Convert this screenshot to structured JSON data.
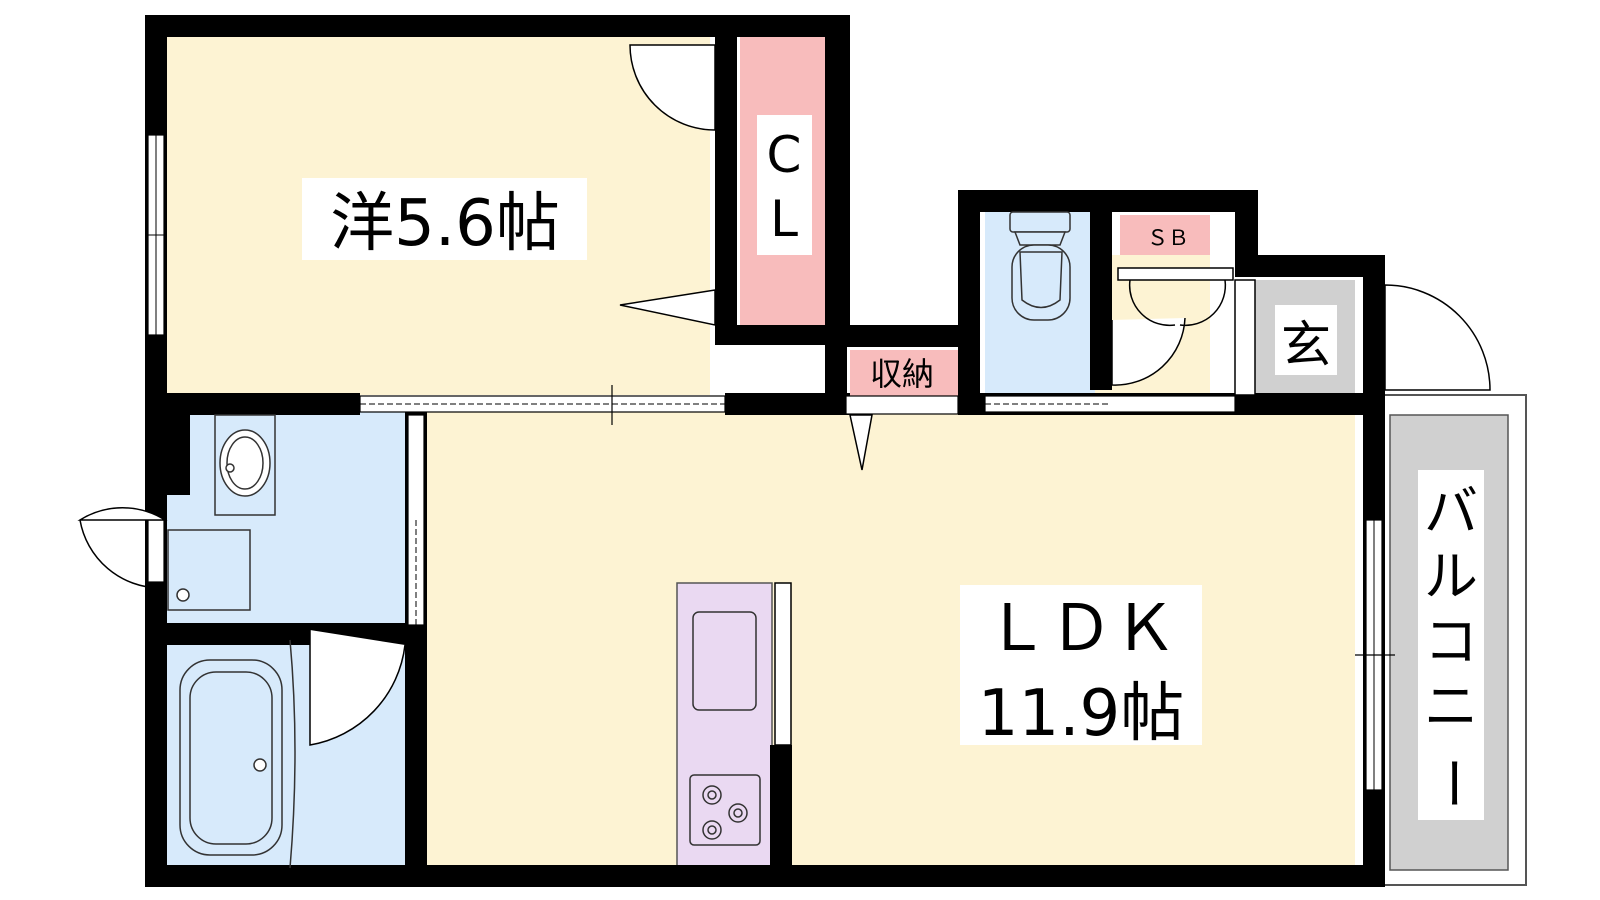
{
  "labels": {
    "western_room": "洋5.6帖",
    "closet_line1": "C",
    "closet_line2": "L",
    "storage": "収納",
    "shoe_box": "ＳＢ",
    "entrance": "玄",
    "ldk_line1": "ＬＤＫ",
    "ldk_line2": "11.9帖",
    "balcony_chars": [
      "バ",
      "ル",
      "コ",
      "ニ",
      "ー"
    ]
  },
  "colors": {
    "wall": "#000000",
    "room_floor": "#fdf3d3",
    "wet_area": "#d7eafb",
    "closet": "#f8bcbc",
    "kitchen": "#ead9f2",
    "balcony": "#d0d0d0",
    "entrance_floor": "#d0d0d0"
  }
}
